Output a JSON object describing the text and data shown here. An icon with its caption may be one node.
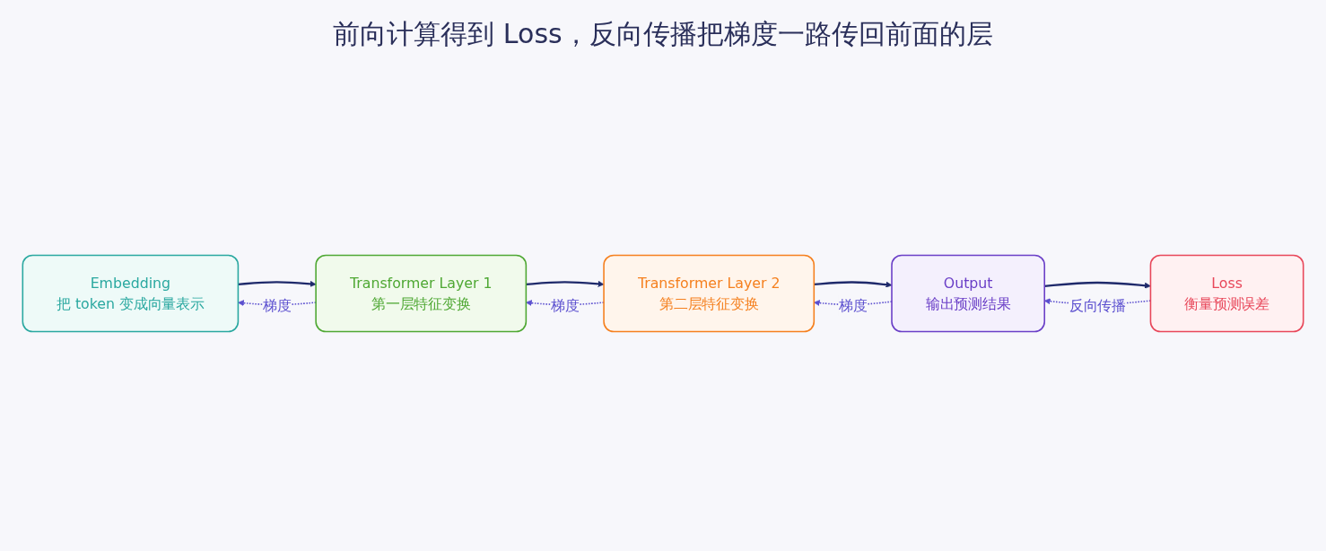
{
  "diagram": {
    "title": "前向计算得到 Loss，反向传播把梯度一路传回前面的层",
    "nodes": [
      {
        "text": [
          "Embedding",
          "把 token 变成向量表示"
        ]
      },
      {
        "text": [
          "Transformer Layer 1",
          "第一层特征变换"
        ]
      },
      {
        "text": [
          "Transformer Layer 2",
          "第二层特征变换"
        ]
      },
      {
        "text": [
          "Output",
          "输出预测结果"
        ]
      },
      {
        "text": [
          "Loss",
          "衡量预测误差"
        ]
      }
    ],
    "edges": [
      {
        "from": 0,
        "to": 1,
        "arrow": "to"
      },
      {
        "from": 1,
        "to": 2,
        "arrow": "to"
      },
      {
        "from": 2,
        "to": 3,
        "arrow": "to"
      },
      {
        "from": 3,
        "to": 4,
        "arrow": "to"
      },
      {
        "from": 4,
        "to": 3,
        "arrow": "to",
        "label": "反向传播",
        "style": "dashed",
        "color": "#5b4fcf"
      },
      {
        "from": 3,
        "to": 2,
        "arrow": "to",
        "label": "梯度",
        "style": "dashed",
        "color": "#5b4fcf"
      },
      {
        "from": 2,
        "to": 1,
        "arrow": "to",
        "label": "梯度",
        "style": "dashed",
        "color": "#5b4fcf"
      },
      {
        "from": 1,
        "to": 0,
        "arrow": "to",
        "label": "梯度",
        "style": "dashed",
        "color": "#5b4fcf"
      }
    ]
  }
}
